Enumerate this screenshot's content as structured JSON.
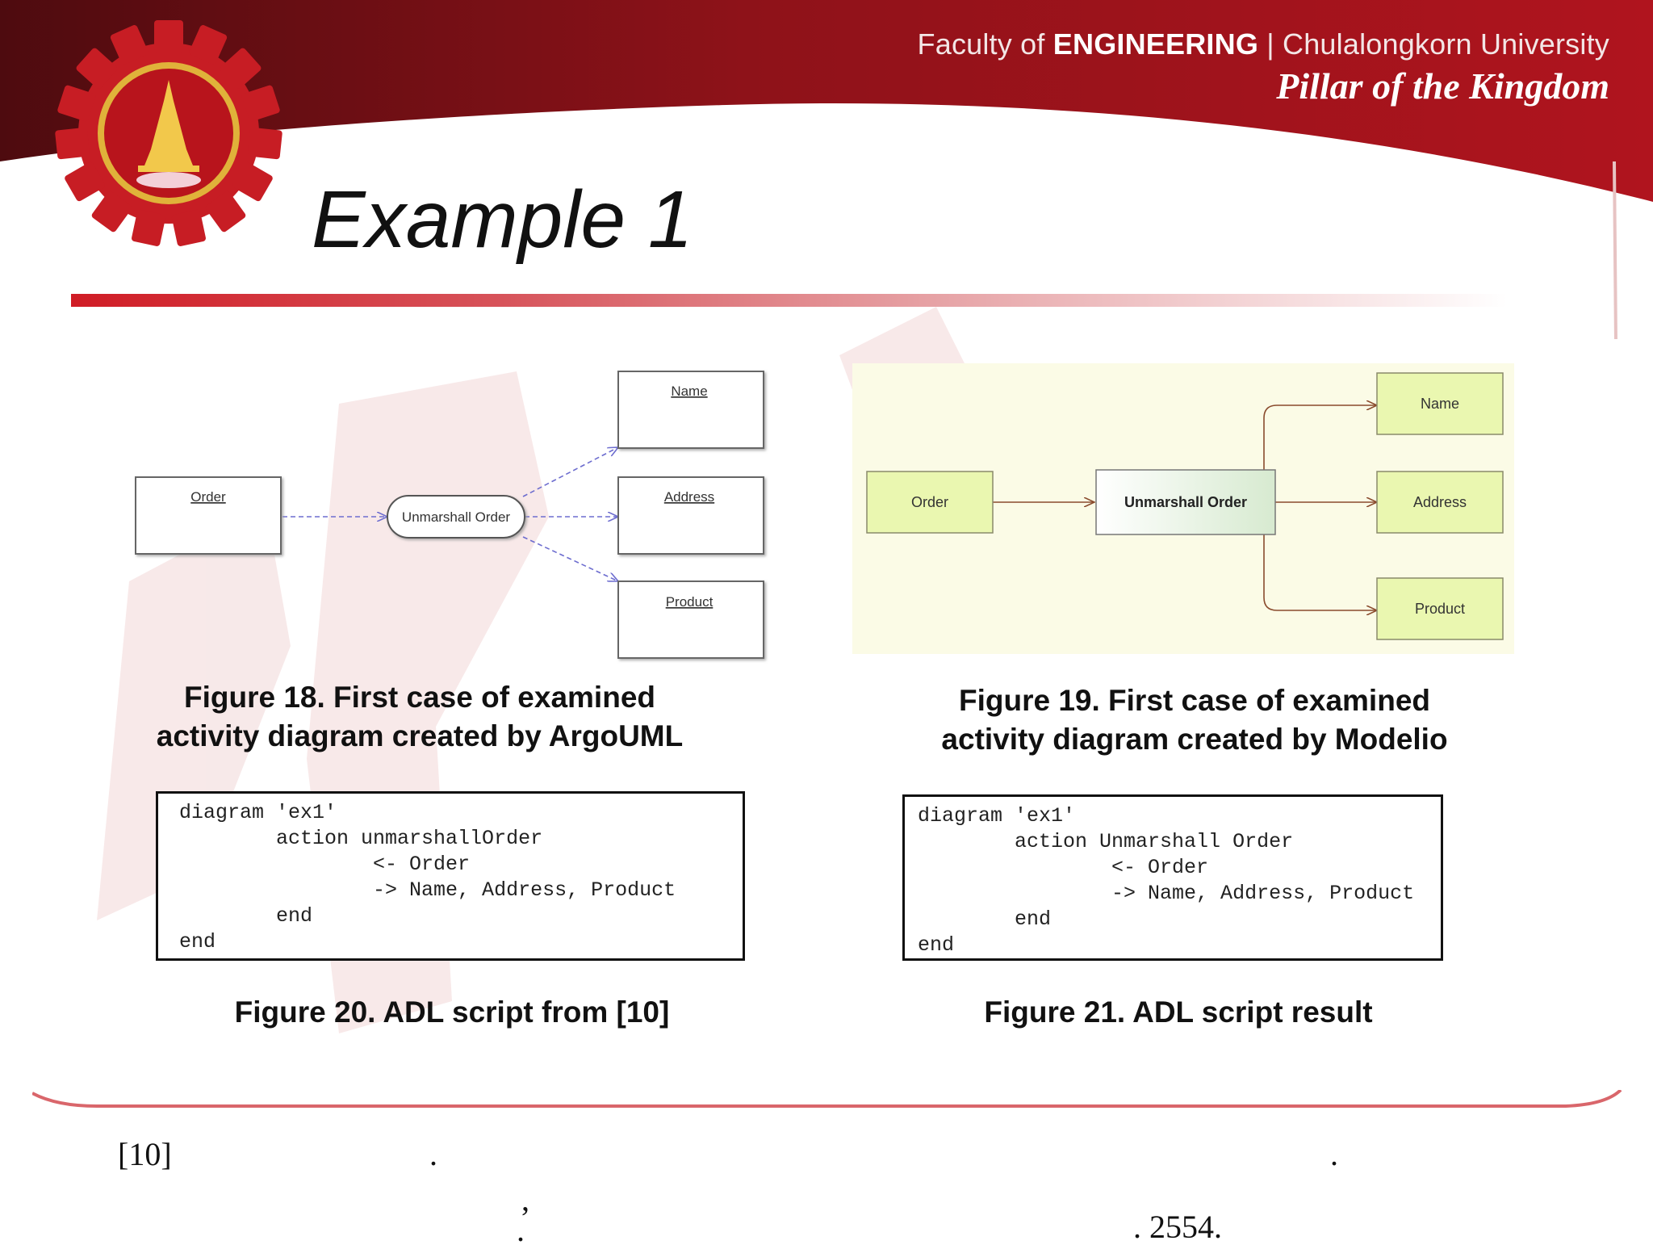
{
  "header": {
    "faculty_prefix": "Faculty of",
    "faculty_name": "ENGINEERING",
    "faculty_suffix": "| Chulalongkorn University",
    "motto": "Pillar of the Kingdom",
    "logo_icon": "gear-pagoda-emblem-icon"
  },
  "colors": {
    "header_red": "#a3141d",
    "header_dark": "#5a0e12",
    "accent_red": "#d01c25",
    "modelio_fill": "#eaf7b0",
    "modelio_bg": "#fbfbe6",
    "modelio_edge": "#8a4b2d",
    "argo_edge": "#6d6dcf"
  },
  "slide": {
    "title": "Example 1"
  },
  "figures": {
    "fig18": {
      "nodes": {
        "order": "Order",
        "action": "Unmarshall Order",
        "name": "Name",
        "address": "Address",
        "product": "Product"
      },
      "caption_line1": "Figure 18. First case of examined",
      "caption_line2": "activity diagram created by ArgoUML"
    },
    "fig19": {
      "nodes": {
        "order": "Order",
        "action": "Unmarshall Order",
        "name": "Name",
        "address": "Address",
        "product": "Product"
      },
      "caption_line1": "Figure 19. First case of examined",
      "caption_line2": "activity diagram created by Modelio"
    },
    "fig20": {
      "code": [
        "diagram 'ex1'",
        "        action unmarshallOrder",
        "                <- Order",
        "                -> Name, Address, Product",
        "        end",
        "end"
      ],
      "caption": "Figure 20. ADL script from [10]"
    },
    "fig21": {
      "code": [
        "diagram 'ex1'",
        "        action Unmarshall Order",
        "                <- Order",
        "                -> Name, Address, Product",
        "        end",
        "end"
      ],
      "caption": "Figure 21. ADL script result"
    }
  },
  "footer": {
    "reference": "[10]",
    "dot1": ".",
    "dot2": ".",
    "comma": ",",
    "dot3": ".",
    "year": ". 2554."
  }
}
